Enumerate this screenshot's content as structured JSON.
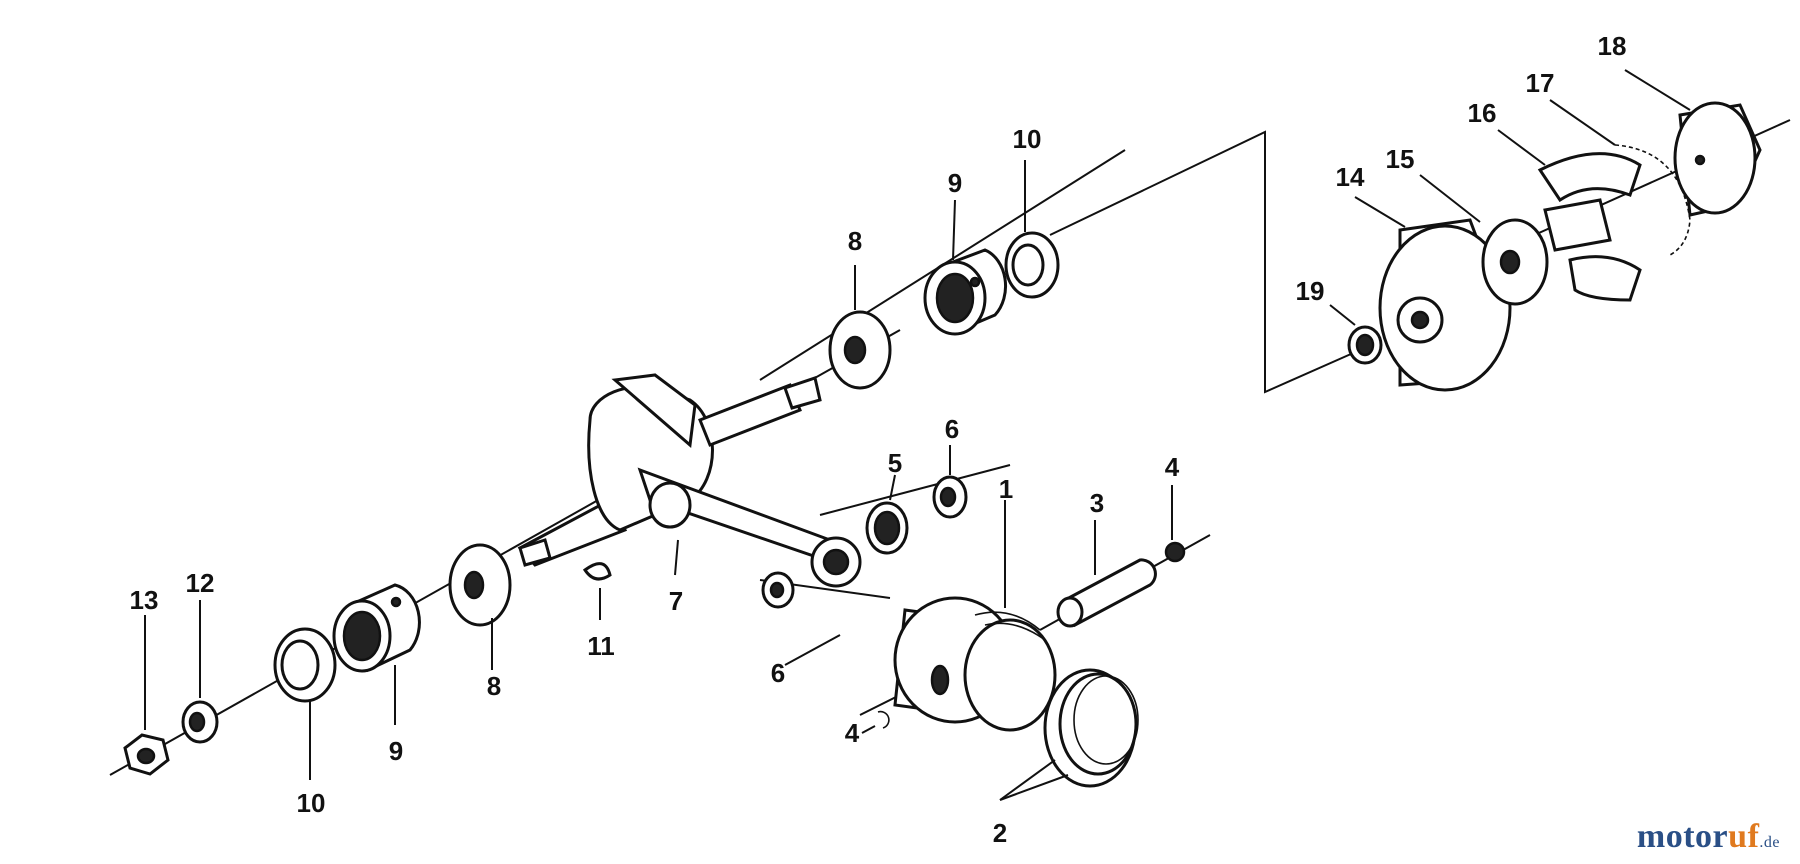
{
  "callouts": [
    {
      "id": "c1",
      "text": "1"
    },
    {
      "id": "c2",
      "text": "2"
    },
    {
      "id": "c3",
      "text": "3"
    },
    {
      "id": "c4a",
      "text": "4"
    },
    {
      "id": "c4b",
      "text": "4"
    },
    {
      "id": "c5",
      "text": "5"
    },
    {
      "id": "c6a",
      "text": "6"
    },
    {
      "id": "c6b",
      "text": "6"
    },
    {
      "id": "c7",
      "text": "7"
    },
    {
      "id": "c8a",
      "text": "8"
    },
    {
      "id": "c8b",
      "text": "8"
    },
    {
      "id": "c9a",
      "text": "9"
    },
    {
      "id": "c9b",
      "text": "9"
    },
    {
      "id": "c10a",
      "text": "10"
    },
    {
      "id": "c10b",
      "text": "10"
    },
    {
      "id": "c11",
      "text": "11"
    },
    {
      "id": "c12",
      "text": "12"
    },
    {
      "id": "c13",
      "text": "13"
    },
    {
      "id": "c14",
      "text": "14"
    },
    {
      "id": "c15",
      "text": "15"
    },
    {
      "id": "c16",
      "text": "16"
    },
    {
      "id": "c17",
      "text": "17"
    },
    {
      "id": "c18",
      "text": "18"
    },
    {
      "id": "c19",
      "text": "19"
    }
  ],
  "watermark": {
    "main": "motor",
    "accent": "uf",
    "tld": ".de"
  }
}
